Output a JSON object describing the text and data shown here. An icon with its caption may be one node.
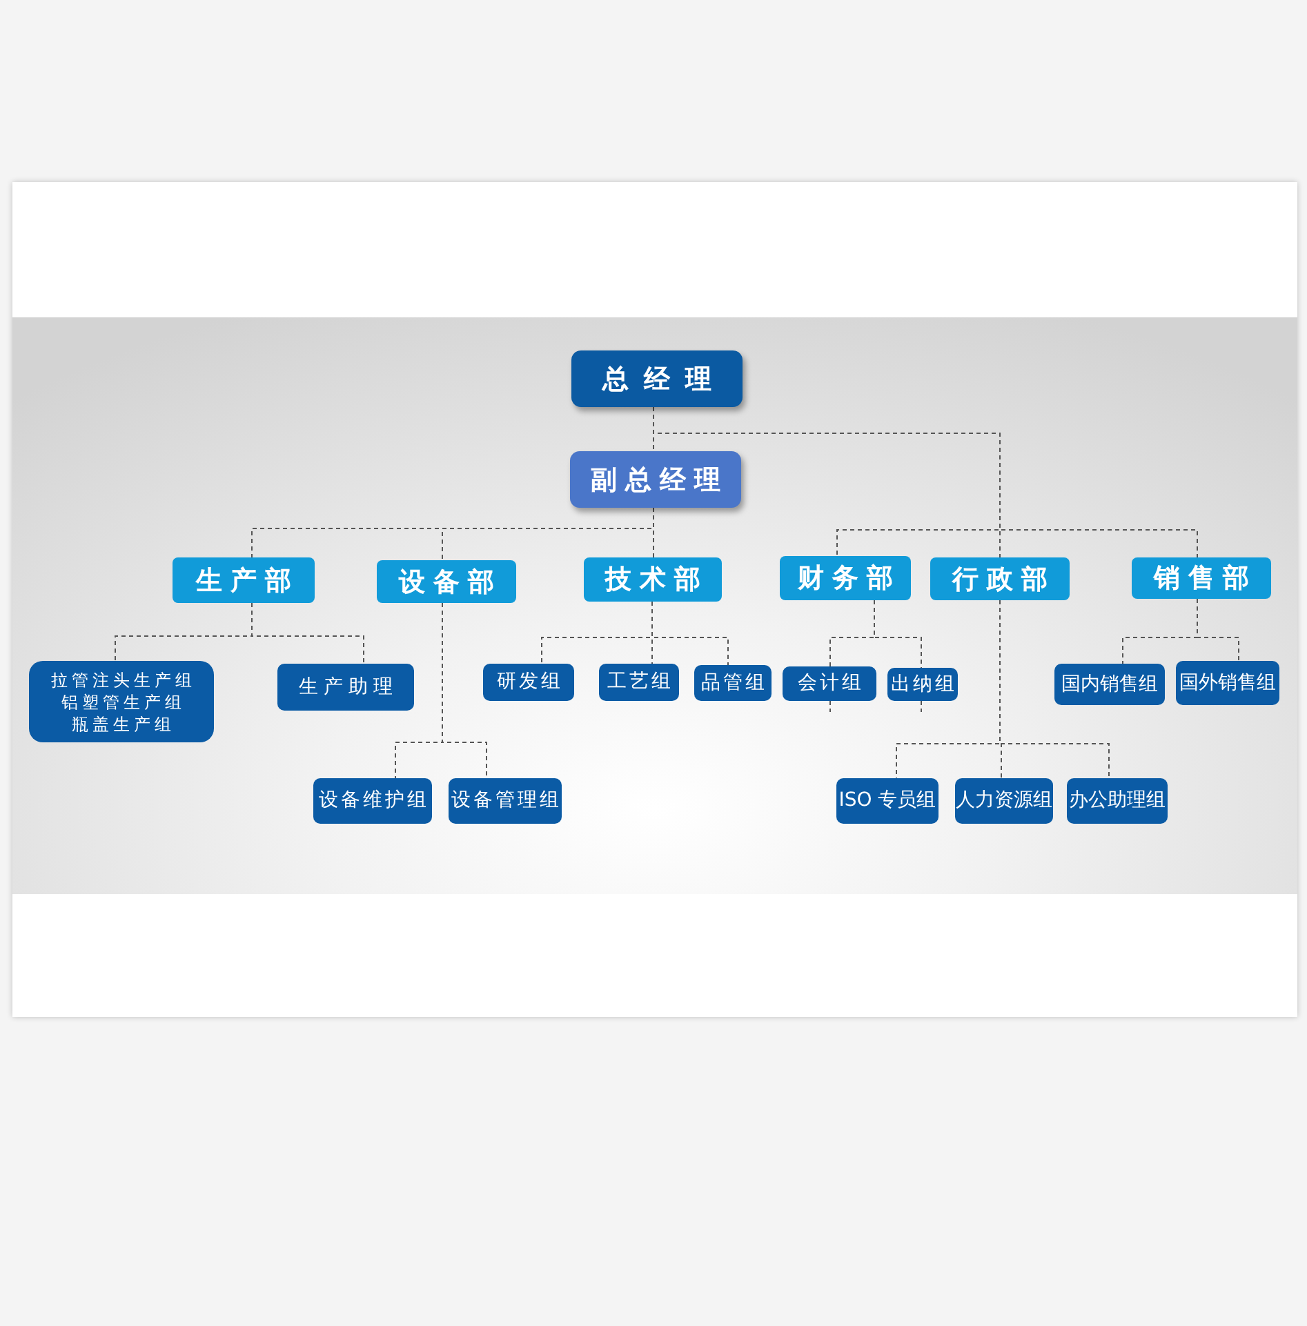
{
  "diagram": {
    "nodes": [
      {
        "text": [
          "总经理"
        ]
      },
      {
        "text": [
          "副总经理"
        ]
      },
      {
        "text": [
          "生产部"
        ]
      },
      {
        "text": [
          "设备部"
        ]
      },
      {
        "text": [
          "技术部"
        ]
      },
      {
        "text": [
          "财务部"
        ]
      },
      {
        "text": [
          "行政部"
        ]
      },
      {
        "text": [
          "销售部"
        ]
      },
      {
        "text": [
          "拉管注头生产组",
          "铝塑管生产组",
          "瓶盖生产组"
        ]
      },
      {
        "text": [
          "生产助理"
        ]
      },
      {
        "text": [
          "研发组"
        ]
      },
      {
        "text": [
          "工艺组"
        ]
      },
      {
        "text": [
          "品管组"
        ]
      },
      {
        "text": [
          "会计组"
        ]
      },
      {
        "text": [
          "出纳组"
        ]
      },
      {
        "text": [
          "国内销售组"
        ]
      },
      {
        "text": [
          "国外销售组"
        ]
      },
      {
        "text": [
          "设备维护组"
        ]
      },
      {
        "text": [
          "设备管理组"
        ]
      },
      {
        "text": [
          "ISO 专员组"
        ]
      },
      {
        "text": [
          "人力资源组"
        ]
      },
      {
        "text": [
          "办公助理组"
        ]
      }
    ],
    "edges": [
      {
        "from": 0,
        "to": 1,
        "arrow": "none",
        "style": "dashed"
      },
      {
        "from": 0,
        "to": 5,
        "arrow": "none",
        "style": "dashed"
      },
      {
        "from": 0,
        "to": 6,
        "arrow": "none",
        "style": "dashed"
      },
      {
        "from": 0,
        "to": 7,
        "arrow": "none",
        "style": "dashed"
      },
      {
        "from": 1,
        "to": 2,
        "arrow": "none",
        "style": "dashed"
      },
      {
        "from": 1,
        "to": 3,
        "arrow": "none",
        "style": "dashed"
      },
      {
        "from": 1,
        "to": 4,
        "arrow": "none",
        "style": "dashed"
      },
      {
        "from": 2,
        "to": 8,
        "arrow": "none",
        "style": "dashed"
      },
      {
        "from": 2,
        "to": 9,
        "arrow": "none",
        "style": "dashed"
      },
      {
        "from": 3,
        "to": 17,
        "arrow": "none",
        "style": "dashed"
      },
      {
        "from": 3,
        "to": 18,
        "arrow": "none",
        "style": "dashed"
      },
      {
        "from": 4,
        "to": 10,
        "arrow": "none",
        "style": "dashed"
      },
      {
        "from": 4,
        "to": 11,
        "arrow": "none",
        "style": "dashed"
      },
      {
        "from": 4,
        "to": 12,
        "arrow": "none",
        "style": "dashed"
      },
      {
        "from": 5,
        "to": 13,
        "arrow": "none",
        "style": "dashed"
      },
      {
        "from": 5,
        "to": 14,
        "arrow": "none",
        "style": "dashed"
      },
      {
        "from": 13,
        "to": null,
        "arrow": "none",
        "style": "dashed"
      },
      {
        "from": 14,
        "to": null,
        "arrow": "none",
        "style": "dashed"
      },
      {
        "from": 6,
        "to": 19,
        "arrow": "none",
        "style": "dashed"
      },
      {
        "from": 6,
        "to": 20,
        "arrow": "none",
        "style": "dashed"
      },
      {
        "from": 6,
        "to": 21,
        "arrow": "none",
        "style": "dashed"
      },
      {
        "from": 7,
        "to": 15,
        "arrow": "none",
        "style": "dashed"
      },
      {
        "from": 7,
        "to": 16,
        "arrow": "none",
        "style": "dashed"
      }
    ]
  }
}
